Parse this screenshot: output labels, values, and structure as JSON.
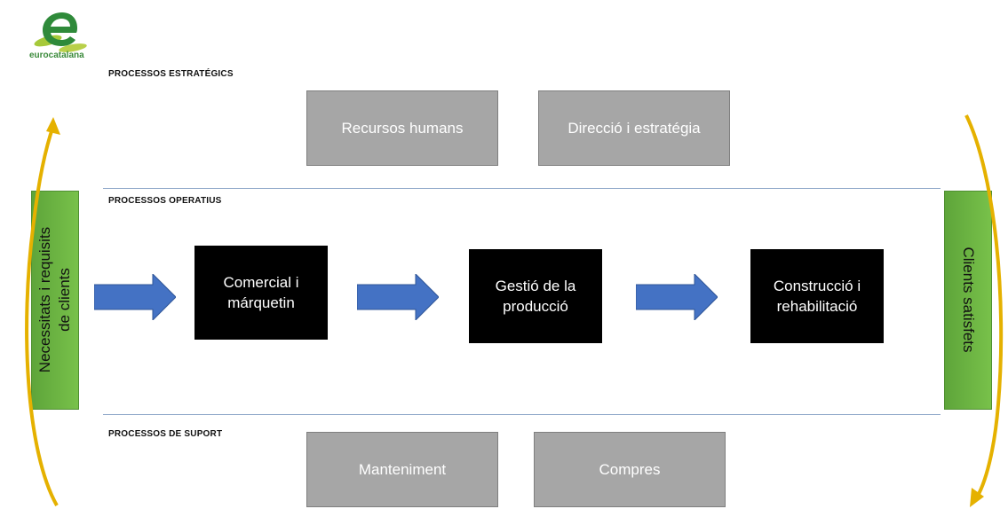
{
  "logo": {
    "icon": "eurocatalana-logo-icon",
    "text": "eurocatalana"
  },
  "sections": {
    "strategic": "PROCESSOS ESTRATÉGICS",
    "operative": "PROCESSOS OPERATIUS",
    "support": "PROCESSOS DE SUPORT"
  },
  "strategic_boxes": [
    "Recursos humans",
    "Direcció i estratégia"
  ],
  "operative_boxes": [
    "Comercial i\nmárquetin",
    "Gestió de la\nproducció",
    "Construcció i\nrehabilitació"
  ],
  "support_boxes": [
    "Manteniment",
    "Compres"
  ],
  "left_bar": "Necessitats i requisits\nde clients",
  "right_bar": "Clients satisfets",
  "colors": {
    "gray_box": "#a6a6a6",
    "black_box": "#000000",
    "green_bar": "#70ad47",
    "arrow_blue": "#4472c4",
    "arc_gold": "#e5b100",
    "divider": "#8fa8c9"
  }
}
